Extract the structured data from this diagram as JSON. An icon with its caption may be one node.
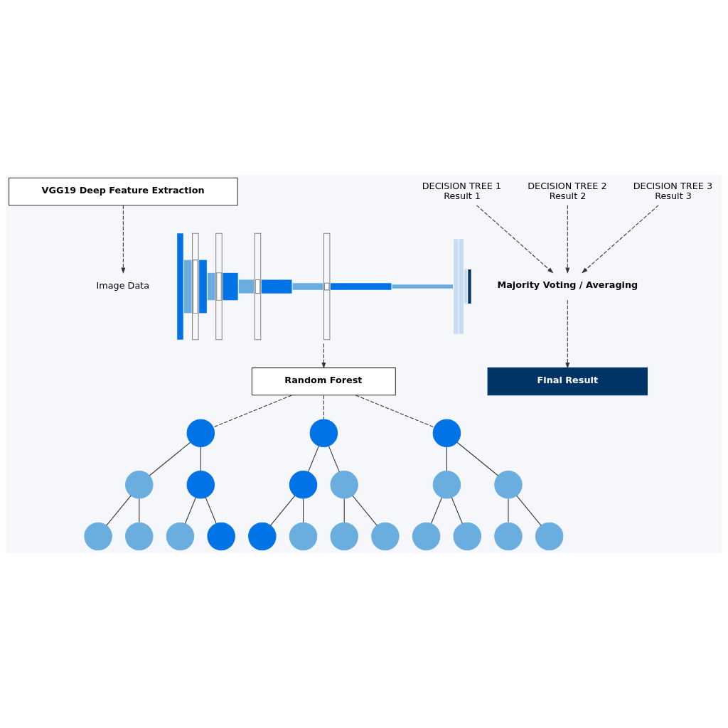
{
  "diagram": {
    "nodes": [
      {
        "text": [
          "VGG19 Deep Feature Extraction"
        ]
      },
      {
        "text": [
          "Image Data"
        ]
      },
      {
        "text": [],
        "shape": "picture"
      },
      {
        "text": [
          "Random Forest"
        ]
      },
      {
        "text": [],
        "shape": "circle"
      },
      {
        "text": [],
        "shape": "circle"
      },
      {
        "text": [],
        "shape": "circle"
      },
      {
        "text": [],
        "shape": "circle"
      },
      {
        "text": [],
        "shape": "circle"
      },
      {
        "text": [],
        "shape": "circle"
      },
      {
        "text": [],
        "shape": "circle"
      },
      {
        "text": [],
        "shape": "circle"
      },
      {
        "text": [],
        "shape": "circle"
      },
      {
        "text": [],
        "shape": "circle"
      },
      {
        "text": [],
        "shape": "circle"
      },
      {
        "text": [],
        "shape": "circle"
      },
      {
        "text": [],
        "shape": "circle"
      },
      {
        "text": [],
        "shape": "circle"
      },
      {
        "text": [],
        "shape": "circle"
      },
      {
        "text": [],
        "shape": "circle"
      },
      {
        "text": [],
        "shape": "circle"
      },
      {
        "text": [],
        "shape": "circle"
      },
      {
        "text": [],
        "shape": "circle"
      },
      {
        "text": [],
        "shape": "circle"
      },
      {
        "text": [],
        "shape": "circle"
      },
      {
        "text": [
          "DECISION TREE 1",
          "Result 1"
        ]
      },
      {
        "text": [
          "DECISION TREE 2",
          "Result 2"
        ]
      },
      {
        "text": [
          "DECISION TREE 3",
          "Result 3"
        ]
      },
      {
        "text": [
          "Majority Voting / Averaging"
        ]
      },
      {
        "text": [
          "Final Result"
        ]
      }
    ],
    "edges": [
      {
        "from": 0,
        "to": 1,
        "arrow": "to",
        "style": "dashed"
      },
      {
        "from": 2,
        "to": 3,
        "arrow": "to",
        "style": "dashed"
      },
      {
        "from": 3,
        "to": 4,
        "arrow": "none",
        "style": "dashed"
      },
      {
        "from": 3,
        "to": 11,
        "arrow": "none",
        "style": "dashed"
      },
      {
        "from": 3,
        "to": 18,
        "arrow": "none",
        "style": "dashed"
      },
      {
        "from": 4,
        "to": 5,
        "arrow": "none"
      },
      {
        "from": 4,
        "to": 6,
        "arrow": "none"
      },
      {
        "from": 5,
        "to": 7,
        "arrow": "none"
      },
      {
        "from": 5,
        "to": 8,
        "arrow": "none"
      },
      {
        "from": 6,
        "to": 9,
        "arrow": "none"
      },
      {
        "from": 6,
        "to": 10,
        "arrow": "none"
      },
      {
        "from": 11,
        "to": 12,
        "arrow": "none"
      },
      {
        "from": 11,
        "to": 13,
        "arrow": "none"
      },
      {
        "from": 12,
        "to": 14,
        "arrow": "none"
      },
      {
        "from": 12,
        "to": 15,
        "arrow": "none"
      },
      {
        "from": 13,
        "to": 16,
        "arrow": "none"
      },
      {
        "from": 13,
        "to": 17,
        "arrow": "none"
      },
      {
        "from": 18,
        "to": 19,
        "arrow": "none"
      },
      {
        "from": 18,
        "to": 20,
        "arrow": "none"
      },
      {
        "from": 19,
        "to": 21,
        "arrow": "none"
      },
      {
        "from": 19,
        "to": 22,
        "arrow": "none"
      },
      {
        "from": 20,
        "to": 23,
        "arrow": "none"
      },
      {
        "from": 20,
        "to": 24,
        "arrow": "none"
      },
      {
        "from": 25,
        "to": 28,
        "arrow": "to",
        "style": "dashed"
      },
      {
        "from": 26,
        "to": 28,
        "arrow": "to",
        "style": "dashed"
      },
      {
        "from": 27,
        "to": 28,
        "arrow": "to",
        "style": "dashed"
      },
      {
        "from": 28,
        "to": 29,
        "arrow": "to",
        "style": "dashed"
      }
    ]
  }
}
